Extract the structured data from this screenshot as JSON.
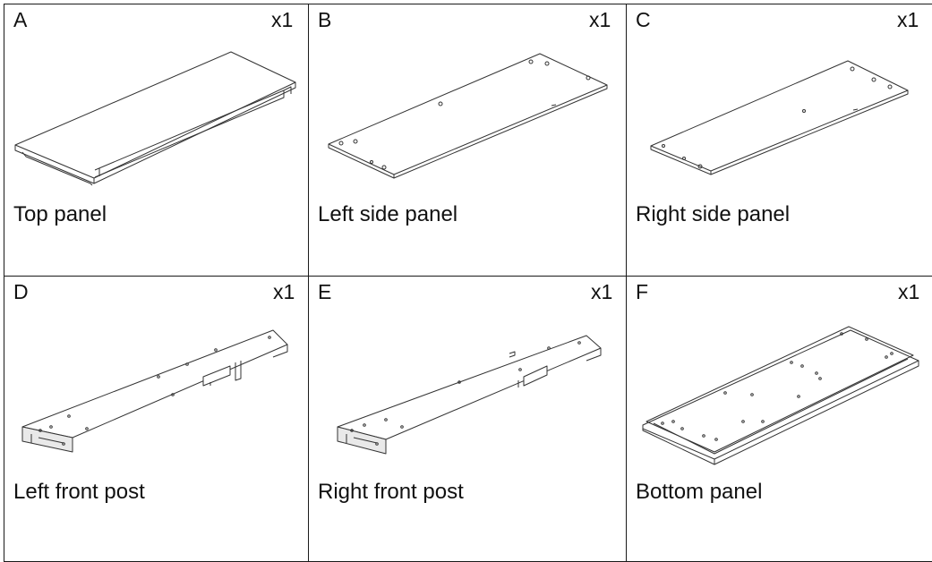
{
  "parts": [
    {
      "letter": "A",
      "quantity": "x1",
      "name": "Top panel",
      "icon": "top-panel-drawing"
    },
    {
      "letter": "B",
      "quantity": "x1",
      "name": "Left side panel",
      "icon": "left-side-panel-drawing"
    },
    {
      "letter": "C",
      "quantity": "x1",
      "name": "Right side panel",
      "icon": "right-side-panel-drawing"
    },
    {
      "letter": "D",
      "quantity": "x1",
      "name": "Left front post",
      "icon": "left-front-post-drawing"
    },
    {
      "letter": "E",
      "quantity": "x1",
      "name": "Right front post",
      "icon": "right-front-post-drawing"
    },
    {
      "letter": "F",
      "quantity": "x1",
      "name": "Bottom panel",
      "icon": "bottom-panel-drawing"
    }
  ]
}
